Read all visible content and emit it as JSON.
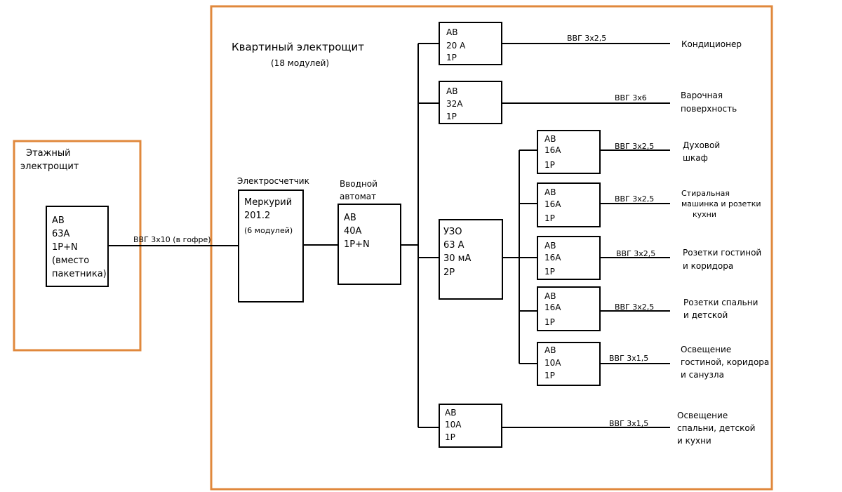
{
  "colors": {
    "panel_border": "#e0883c",
    "line": "#000000"
  },
  "floor_panel": {
    "label_lines": [
      "Этажный",
      "электрощит"
    ]
  },
  "main_breaker": {
    "lines": [
      "АВ",
      "63А",
      "1P+N",
      "(вместо",
      "пакетника)"
    ]
  },
  "feeder_cable": "ВВГ 3х10 (в гофре)",
  "apartment_panel": {
    "title": "Квартиный электрощит",
    "subtitle": "(18 модулей)"
  },
  "meter": {
    "heading": "Электросчетчик",
    "lines": [
      "Меркурий",
      "201.2"
    ],
    "note": "(6 модулей)"
  },
  "input_breaker": {
    "heading_lines": [
      "Вводной",
      "автомат"
    ],
    "lines": [
      "АВ",
      "40А",
      "1P+N"
    ]
  },
  "rcd": {
    "lines": [
      "УЗО",
      "63 А",
      "30 мА",
      "2Р"
    ]
  },
  "breakers": [
    {
      "lines": [
        "АВ",
        "20 А",
        "1Р"
      ],
      "cable": "ВВГ 3х2,5",
      "load_lines": [
        "Кондиционер"
      ]
    },
    {
      "lines": [
        "АВ",
        "32А",
        "1Р"
      ],
      "cable": "ВВГ 3х6",
      "load_lines": [
        "Варочная",
        "поверхность"
      ]
    },
    {
      "lines": [
        "АВ",
        "16А",
        "1Р"
      ],
      "cable": "ВВГ 3х2,5",
      "load_lines": [
        "Духовой",
        "шкаф"
      ]
    },
    {
      "lines": [
        "АВ",
        "16А",
        "1Р"
      ],
      "cable": "ВВГ 3х2,5",
      "load_lines": [
        "Стиральная",
        "машинка и розетки",
        "кухни"
      ]
    },
    {
      "lines": [
        "АВ",
        "16А",
        "1Р"
      ],
      "cable": "ВВГ 3х2,5",
      "load_lines": [
        "Розетки гостиной",
        "и коридора"
      ]
    },
    {
      "lines": [
        "АВ",
        "16А",
        "1Р"
      ],
      "cable": "ВВГ 3х2,5",
      "load_lines": [
        "Розетки спальни",
        "и детской"
      ]
    },
    {
      "lines": [
        "АВ",
        "10А",
        "1Р"
      ],
      "cable": "ВВГ 3х1,5",
      "load_lines": [
        "Освещение",
        "гостиной, коридора",
        "и санузла"
      ]
    },
    {
      "lines": [
        "АВ",
        "10А",
        "1Р"
      ],
      "cable": "ВВГ 3х1,5",
      "load_lines": [
        "Освещение",
        "спальни, детской",
        "и кухни"
      ]
    }
  ]
}
